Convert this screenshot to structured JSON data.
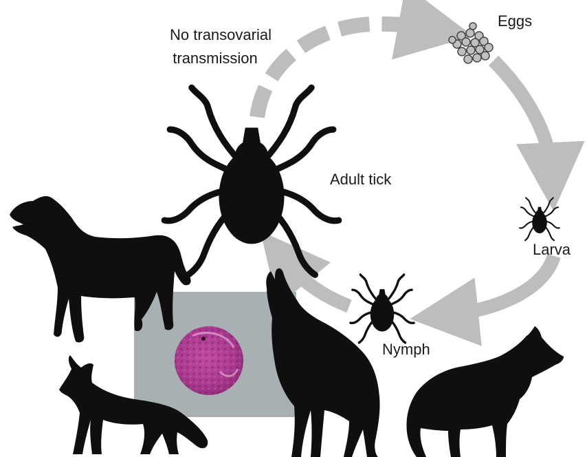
{
  "labels": {
    "no_transovarial_line1": "No transovarial",
    "no_transovarial_line2": "transmission",
    "eggs": "Eggs",
    "adult_tick": "Adult tick",
    "larva": "Larva",
    "nymph": "Nymph"
  },
  "colors": {
    "silhouette": "#0f0f0f",
    "arrow": "#bdbdbd",
    "micrograph_background": "#a9b0b3",
    "cell": "#a93a8f",
    "egg": "#bfbfbf"
  },
  "icons": {
    "tick": "tick-silhouette-icon",
    "host": "animal-silhouette-icon",
    "micrograph": "stained-cell-micrograph"
  }
}
